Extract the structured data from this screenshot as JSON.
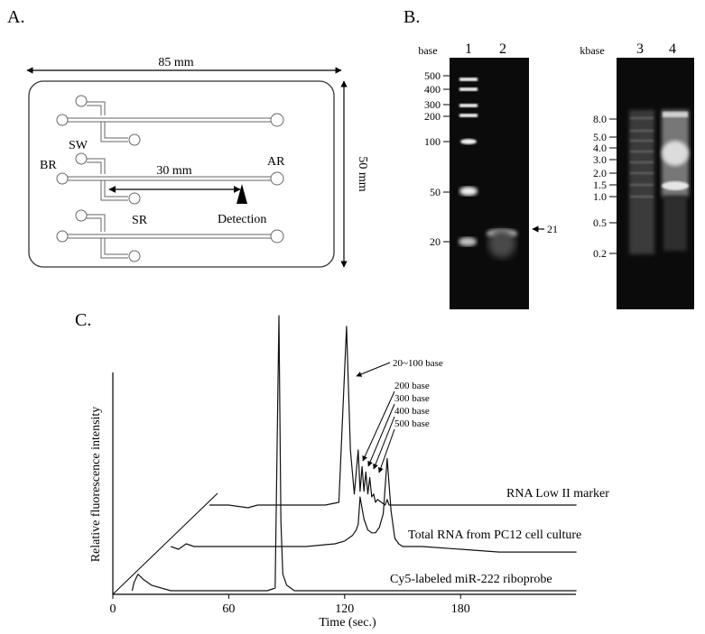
{
  "panels": {
    "a_label": "A.",
    "b_label": "B.",
    "c_label": "C."
  },
  "chip": {
    "width_label": "85 mm",
    "height_label": "50 mm",
    "channel_length_label": "30 mm",
    "sw_label": "SW",
    "br_label": "BR",
    "sr_label": "SR",
    "ar_label": "AR",
    "detection_label": "Detection"
  },
  "gel1": {
    "unit_label": "base",
    "lane_labels": [
      "1",
      "2"
    ],
    "marker_labels": [
      "500",
      "400",
      "300",
      "200",
      "100",
      "50",
      "20"
    ],
    "arrow_label": "21"
  },
  "gel2": {
    "unit_label": "kbase",
    "lane_labels": [
      "3",
      "4"
    ],
    "marker_labels": [
      "8.0",
      "5.0",
      "4.0",
      "3.0",
      "2.0",
      "1.5",
      "1.0",
      "0.5",
      "0.2"
    ]
  },
  "chart_data": {
    "type": "line",
    "xlabel": "Time (sec.)",
    "ylabel": "Relative fluorescence intensity",
    "x_ticks": [
      "0",
      "60",
      "120",
      "180"
    ],
    "xlim": [
      0,
      240
    ],
    "series": [
      {
        "name": "RNA Low II marker",
        "x": [
          50,
          60,
          70,
          75,
          80,
          110,
          117,
          121,
          123,
          125,
          127,
          128,
          129,
          130,
          131,
          132,
          133,
          134,
          135,
          136,
          137,
          139,
          141,
          142,
          143,
          145,
          150,
          170,
          200,
          240
        ],
        "y": [
          0.0,
          0.0,
          -0.01,
          0.0,
          0.0,
          0.0,
          0.01,
          0.65,
          0.2,
          0.04,
          0.2,
          0.05,
          0.14,
          0.05,
          0.12,
          0.04,
          0.1,
          0.03,
          0.04,
          0.01,
          0.02,
          0.01,
          0.0,
          0.02,
          0.0,
          0.0,
          0.0,
          0.0,
          0.0,
          0.0
        ]
      },
      {
        "name": "Total RNA from PC12 cell culture",
        "x": [
          30,
          34,
          38,
          42,
          60,
          100,
          115,
          120,
          124,
          126,
          127,
          128,
          130,
          132,
          134,
          136,
          138,
          140,
          142,
          144,
          146,
          148,
          150,
          160,
          180,
          200,
          240
        ],
        "y": [
          0.0,
          -0.01,
          0.01,
          0.0,
          0.0,
          0.0,
          0.01,
          0.02,
          0.04,
          0.06,
          0.08,
          0.18,
          0.1,
          0.06,
          0.05,
          0.05,
          0.07,
          0.12,
          0.32,
          0.13,
          0.03,
          0.01,
          0.0,
          0.0,
          -0.01,
          -0.02,
          -0.02
        ]
      },
      {
        "name": "Cy5-labeled miR-222 riboprobe",
        "x": [
          10,
          11,
          13,
          16,
          20,
          30,
          40,
          60,
          80,
          84,
          86,
          87,
          88,
          90,
          94,
          100,
          120,
          150,
          180,
          210,
          240
        ],
        "y": [
          0.0,
          0.03,
          0.06,
          0.04,
          0.02,
          0.0,
          0.0,
          0.0,
          0.0,
          0.01,
          1.0,
          0.25,
          0.06,
          0.02,
          0.0,
          0.0,
          0.0,
          0.0,
          0.0,
          0.0,
          0.0
        ]
      }
    ],
    "annotations": [
      {
        "text": "20~100 base"
      },
      {
        "text": "200 base"
      },
      {
        "text": "300 base"
      },
      {
        "text": "400 base"
      },
      {
        "text": "500 base"
      }
    ]
  }
}
